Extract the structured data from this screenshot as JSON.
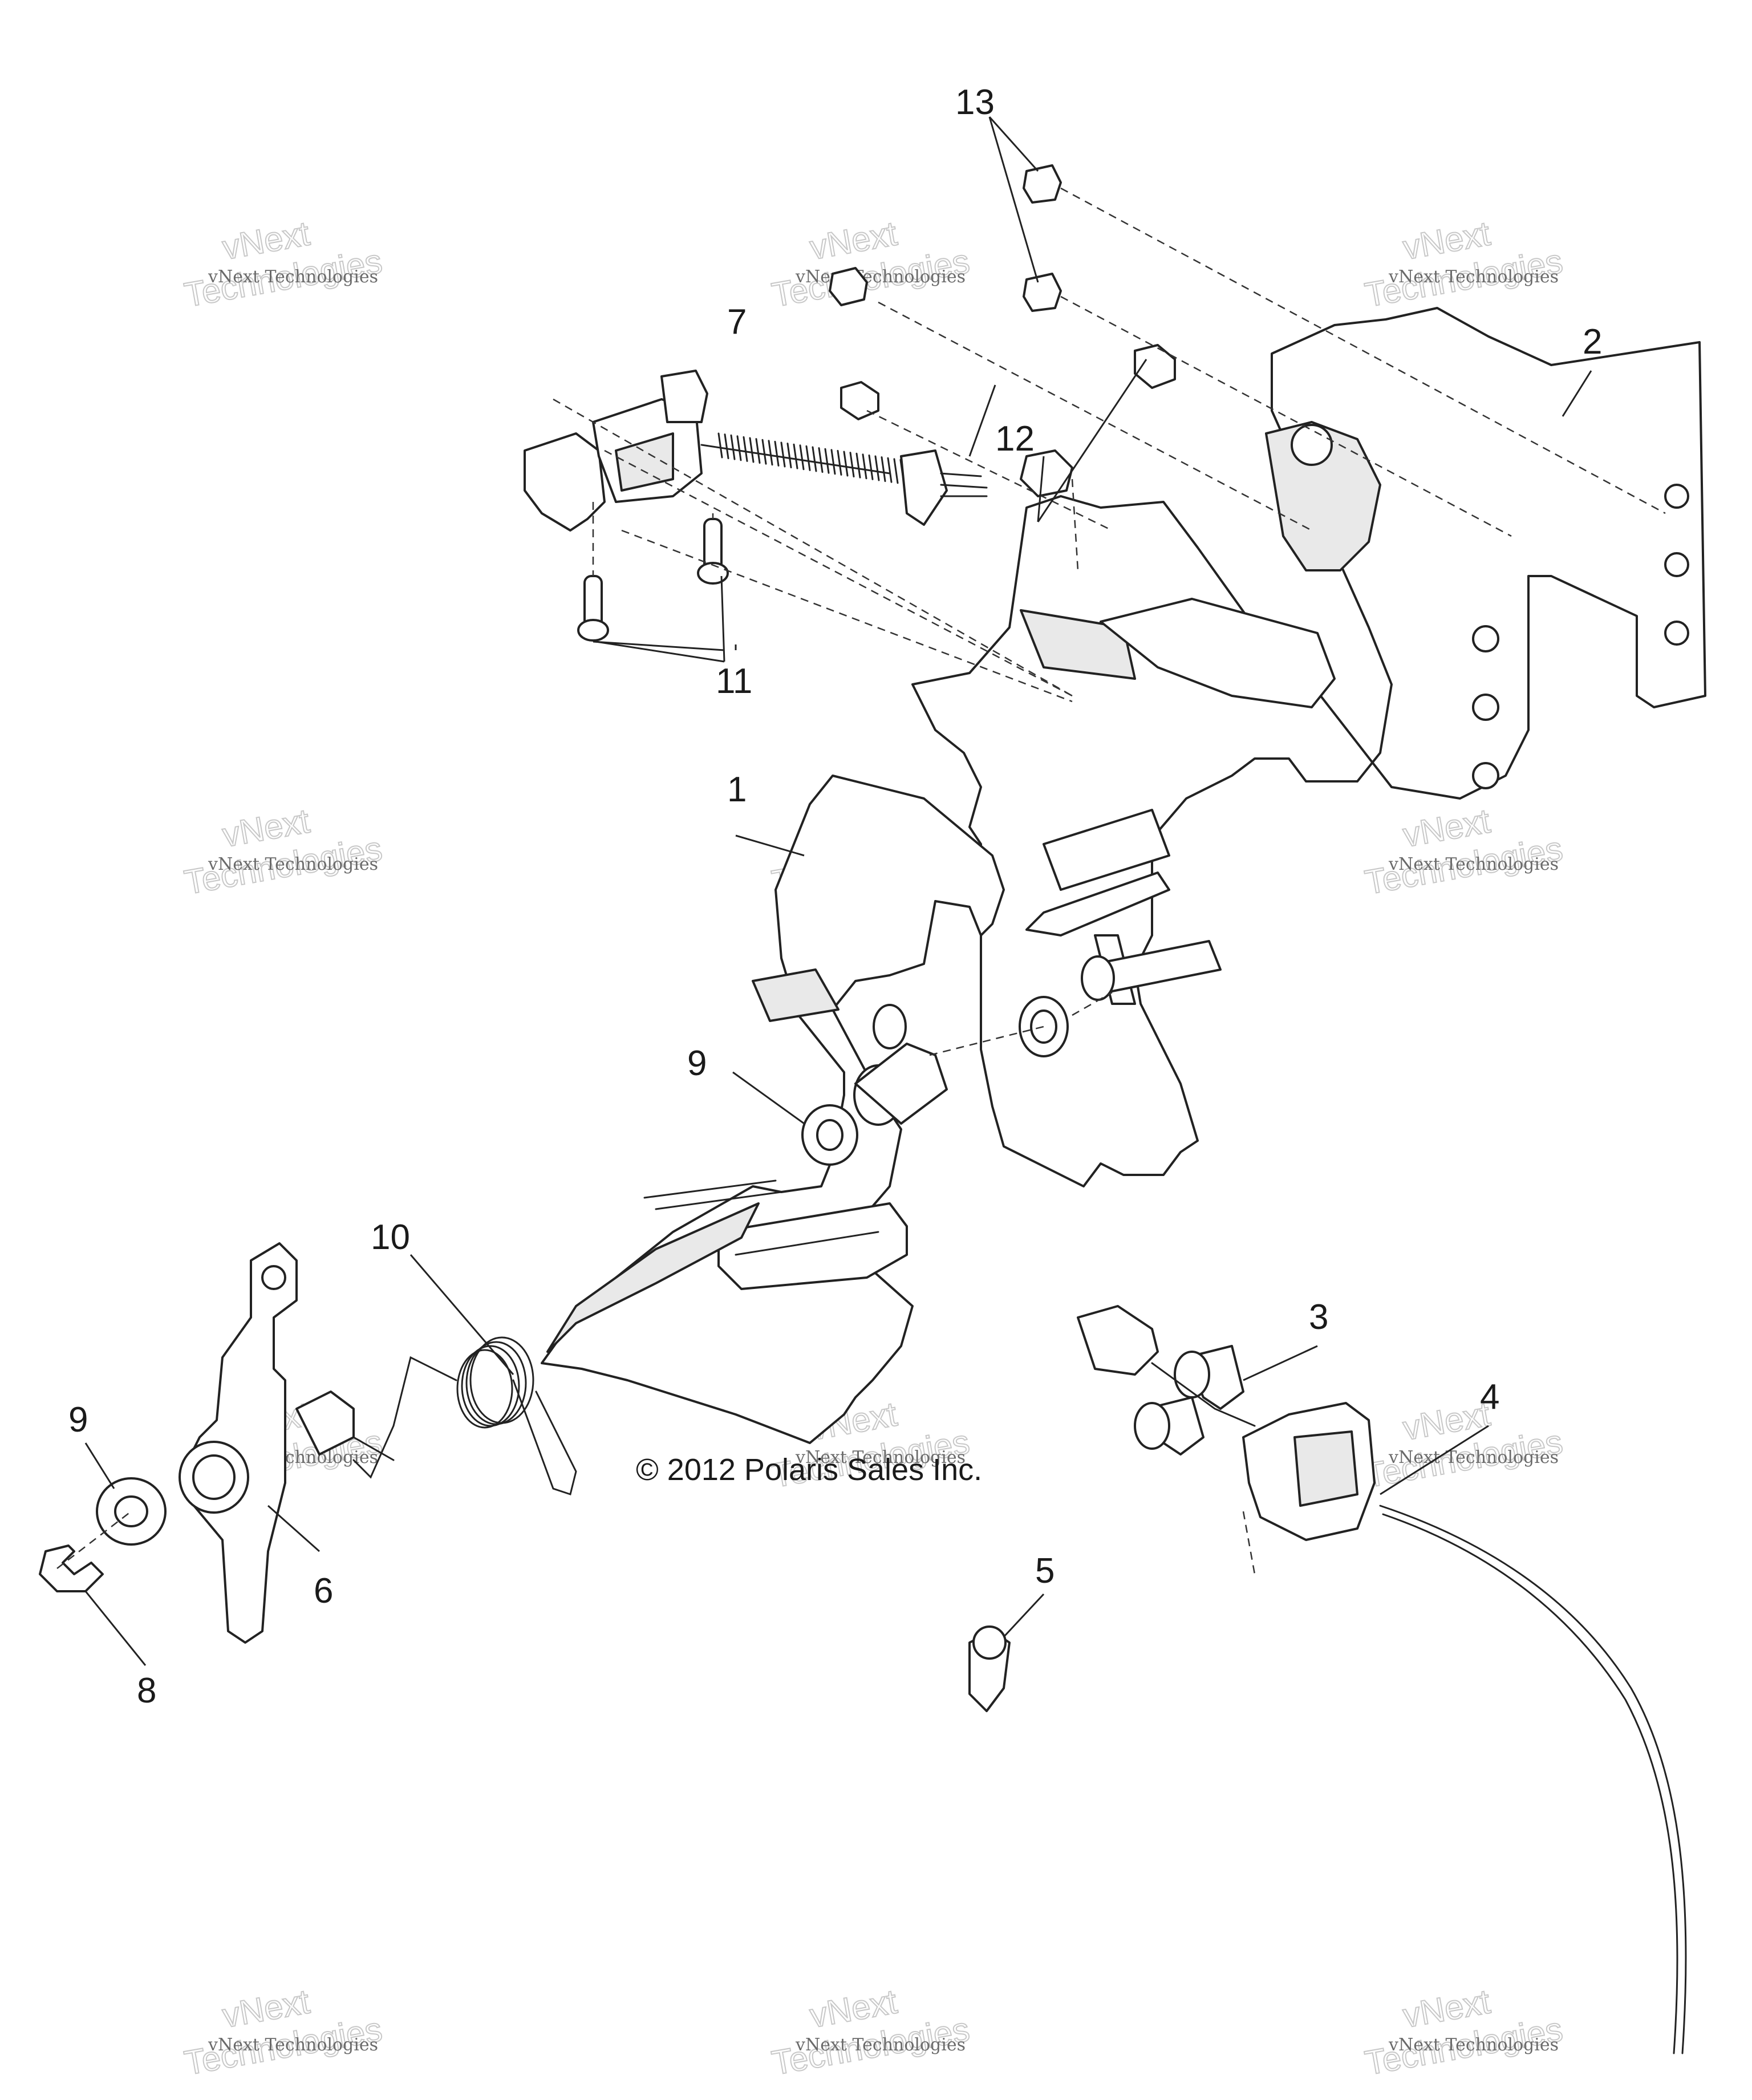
{
  "callouts": [
    {
      "id": "1",
      "text": "1"
    },
    {
      "id": "2",
      "text": "2"
    },
    {
      "id": "3",
      "text": "3"
    },
    {
      "id": "4",
      "text": "4"
    },
    {
      "id": "5",
      "text": "5"
    },
    {
      "id": "6",
      "text": "6"
    },
    {
      "id": "7",
      "text": "7"
    },
    {
      "id": "8",
      "text": "8"
    },
    {
      "id": "9a",
      "text": "9"
    },
    {
      "id": "9b",
      "text": "9"
    },
    {
      "id": "10",
      "text": "10"
    },
    {
      "id": "11",
      "text": "11"
    },
    {
      "id": "12",
      "text": "12"
    },
    {
      "id": "13",
      "text": "13"
    }
  ],
  "copyright": "© 2012 Polaris Sales Inc.",
  "watermark": {
    "line1": "vNext Technologies",
    "line2": "vNext",
    "line3": "Technologies"
  }
}
